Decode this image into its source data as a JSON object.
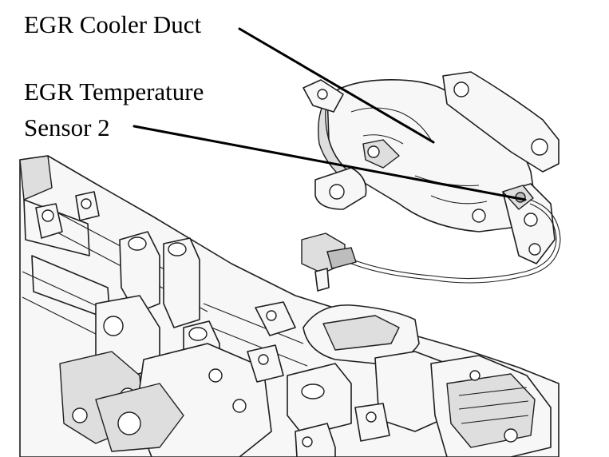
{
  "labels": {
    "egr_cooler_duct": "EGR Cooler Duct",
    "egr_temp_sensor_line1": "EGR Temperature",
    "egr_temp_sensor_line2": "Sensor 2"
  },
  "colors": {
    "background": "#ffffff",
    "text": "#000000",
    "line": "#1e1e1e"
  }
}
